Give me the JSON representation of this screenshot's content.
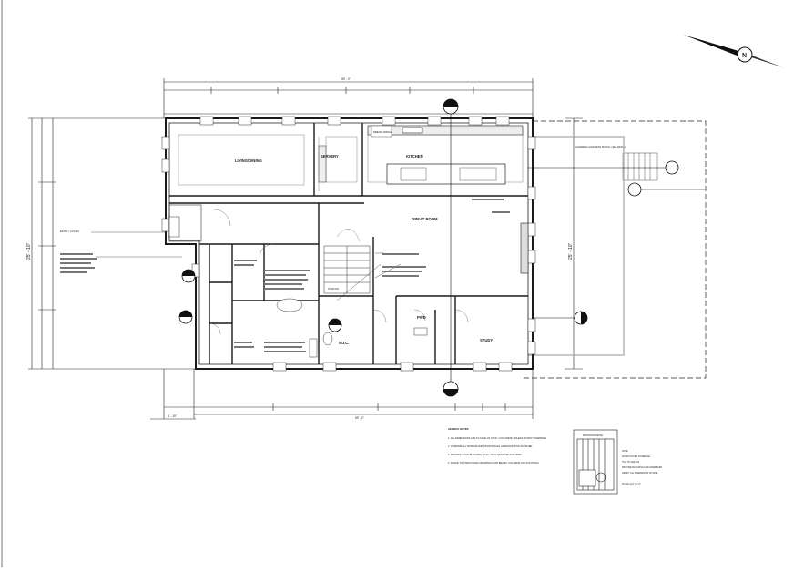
{
  "dimensions": {
    "top_overall": "59' - 0\"",
    "bottom_overall": "59' - 2\"",
    "left_overall": "25' - 10\"",
    "right_overall": "25' - 10\"",
    "left_offset": "6' - 10\""
  },
  "rooms": {
    "living_dining": "LIVING/DINING",
    "servery": "SERVERY",
    "kitchen": "KITCHEN",
    "great_room": "GREAT ROOM",
    "pwd": "PWD",
    "study": "STUDY",
    "wic": "W.I.C."
  },
  "fixtures": {
    "pantry_tag": "REBAR / FRIDGE",
    "entry_note": "ENTRY / CLOSET",
    "stair_note": "STAIR DN",
    "porch_note": "COVERED CONCRETE PORCH / SEE DETAIL"
  },
  "general_notes": {
    "heading": "GENERAL NOTES:",
    "items": [
      "1. ALL DIMENSIONS ARE TO FACE OF STUD / CONCRETE UNLESS NOTED OTHERWISE",
      "2. CONFIRM ALL WINDOW AND DOOR ROUGH OPENINGS WITH SUPPLIER",
      "3. PROVIDE SOLID BLOCKING AT ALL WALL MOUNTED FIXTURES",
      "4. REFER TO STRUCTURAL DRAWINGS FOR BEAMS, COLUMNS AND FOOTINGS"
    ]
  },
  "detail": {
    "title": "BATHROOM DETAIL",
    "notes": [
      "NOTE:",
      "FINISH AS PER SCHEDULE",
      "TILE TO CEILING",
      "PROVIDE BLOCKING FOR GRAB BARS",
      "VERIFY ALL DIMENSIONS ON SITE",
      "SCALE: 1/4\" = 1'-0\""
    ]
  },
  "colors": {
    "line": "#1a1a1a",
    "wall_fill": "#dcdcdc",
    "faint": "#9a9a9a"
  }
}
